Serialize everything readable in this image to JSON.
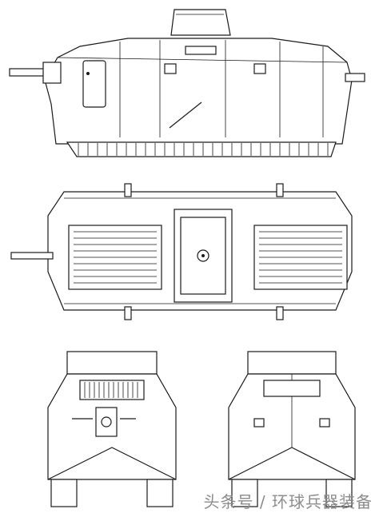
{
  "figure": {
    "views": [
      "side-view",
      "top-view",
      "front-view",
      "rear-view"
    ]
  },
  "watermark": {
    "text": "头条号 / 环球兵器装备"
  },
  "colors": {
    "line": "#1a1a1a",
    "paper": "#ffffff",
    "watermark": "#8c8c8c"
  }
}
